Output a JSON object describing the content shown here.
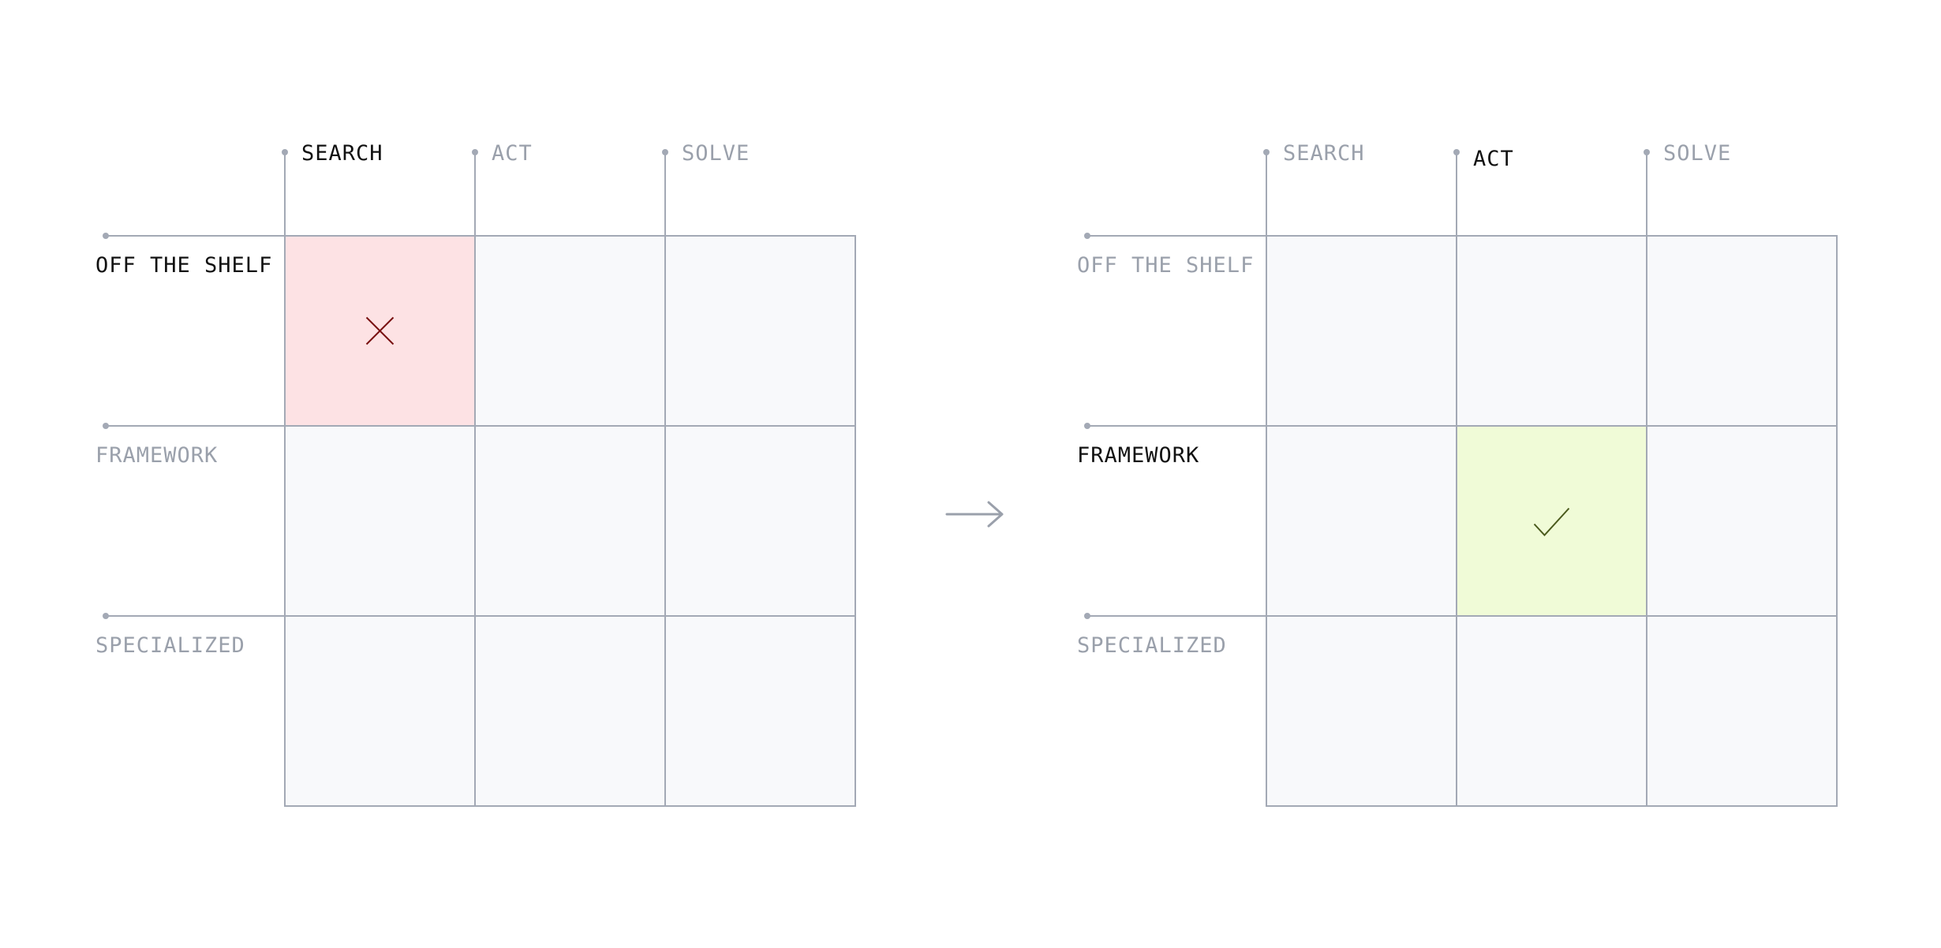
{
  "columns": [
    "SEARCH",
    "ACT",
    "SOLVE"
  ],
  "rows": [
    "OFF THE SHELF",
    "FRAMEWORK",
    "SPECIALIZED"
  ],
  "panels": [
    {
      "active_column": 0,
      "active_row": 0,
      "mark": "x-icon",
      "mark_fill": "#fde2e4",
      "mark_color": "#7a1212"
    },
    {
      "active_column": 1,
      "active_row": 1,
      "mark": "check-icon",
      "mark_fill": "#f0fbd7",
      "mark_color": "#4a5a1c"
    }
  ],
  "transition": "arrow-right-icon",
  "colors": {
    "grid_line": "#a3a9b5",
    "cell_fill": "#f8f9fb",
    "label_dim": "#9aa0ab",
    "label_active": "#111111",
    "arrow": "#9aa0ab"
  }
}
